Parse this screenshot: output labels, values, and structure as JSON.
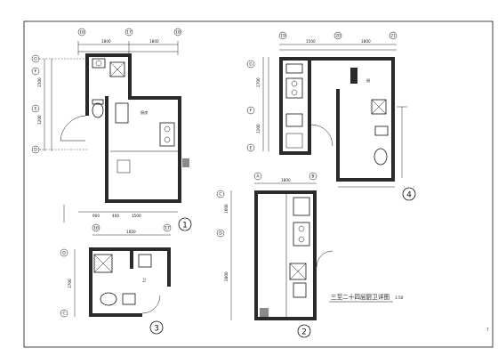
{
  "drawing_title": "三至二十四层厨卫详图",
  "drawing_scale": "1:50",
  "page_marker": "7",
  "plans": [
    {
      "label": "1",
      "axes_top": [
        "16",
        "17",
        "18"
      ],
      "axes_left": [
        "G",
        "F",
        "E",
        "D"
      ]
    },
    {
      "label": "2",
      "axes_top": [
        "A",
        "B"
      ],
      "axes_left": [
        "C",
        "D"
      ]
    },
    {
      "label": "3",
      "axes_top": [
        "16",
        "17"
      ],
      "axes_left": [
        "D",
        "C"
      ]
    },
    {
      "label": "4",
      "axes_top": [
        "19",
        "20",
        "21"
      ],
      "axes_left": [
        "G",
        "F",
        "E"
      ]
    }
  ],
  "room_tags": [
    {
      "text": "厨房"
    },
    {
      "text": "卫"
    },
    {
      "text": "卫"
    },
    {
      "text": "厨"
    }
  ]
}
